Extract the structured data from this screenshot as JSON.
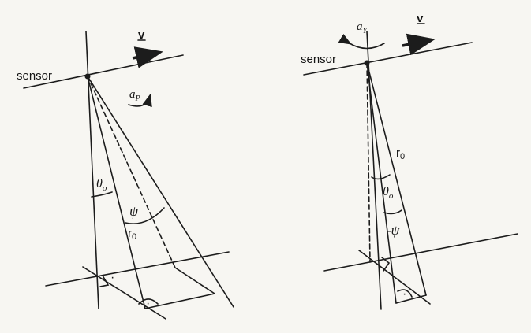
{
  "left_diagram": {
    "sensor_label": "sensor",
    "velocity_label": "v",
    "rotation_label": "a",
    "rotation_subscript": "P",
    "angle_theta": "θ",
    "angle_theta_sub": "o",
    "angle_psi": "ψ",
    "range_label": "r",
    "range_sub": "0"
  },
  "right_diagram": {
    "sensor_label": "sensor",
    "velocity_label": "v",
    "rotation_label": "a",
    "rotation_subscript": "Y",
    "angle_theta": "θ",
    "angle_theta_sub": "o",
    "angle_psi": "-ψ",
    "range_label": "r",
    "range_sub": "0"
  },
  "right_angle_symbol": "·",
  "colors": {
    "ink": "#1c1c1c",
    "paper": "#f7f6f2"
  }
}
